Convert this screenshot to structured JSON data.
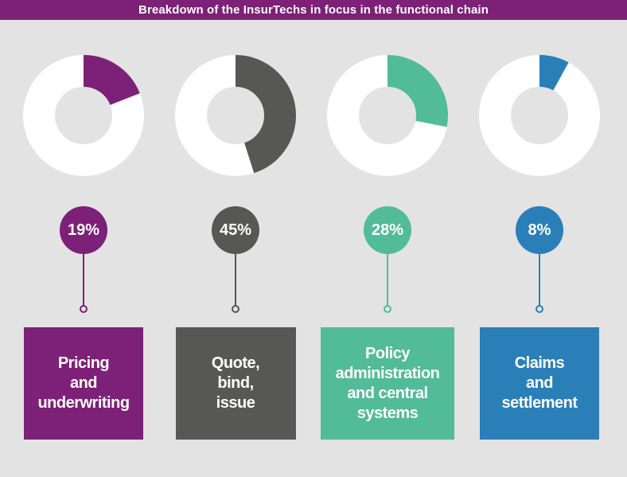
{
  "title": "Breakdown of the InsurTechs in focus in the functional chain",
  "theme": {
    "background": "#e3e3e3",
    "title_bar": "#7d2077",
    "title_text": "#ffffff",
    "donut_ring": "#ffffff"
  },
  "chart_data": {
    "type": "pie",
    "subtype": "donut-row",
    "title": "Breakdown of the InsurTechs in focus in the functional chain",
    "categories": [
      "Pricing and underwriting",
      "Quote, bind, issue",
      "Policy administration and central systems",
      "Claims and settlement"
    ],
    "values": [
      19,
      45,
      28,
      8
    ],
    "unit": "%",
    "colors": [
      "#7d2077",
      "#575756",
      "#52bb98",
      "#2a7fb8"
    ],
    "layout": "four donut charts in a row, segment starts at 12 o'clock clockwise; percentage badge below each donut connected by a line to a labeled color box"
  },
  "columns": [
    {
      "percent_label": "19%",
      "value": 19,
      "color": "#7d2077",
      "box_label": "Pricing\nand\nunderwriting"
    },
    {
      "percent_label": "45%",
      "value": 45,
      "color": "#575756",
      "box_label": "Quote,\nbind,\nissue"
    },
    {
      "percent_label": "28%",
      "value": 28,
      "color": "#52bb98",
      "box_label": "Policy\nadministration\nand central\nsystems"
    },
    {
      "percent_label": "8%",
      "value": 8,
      "color": "#2a7fb8",
      "box_label": "Claims\nand\nsettlement"
    }
  ]
}
